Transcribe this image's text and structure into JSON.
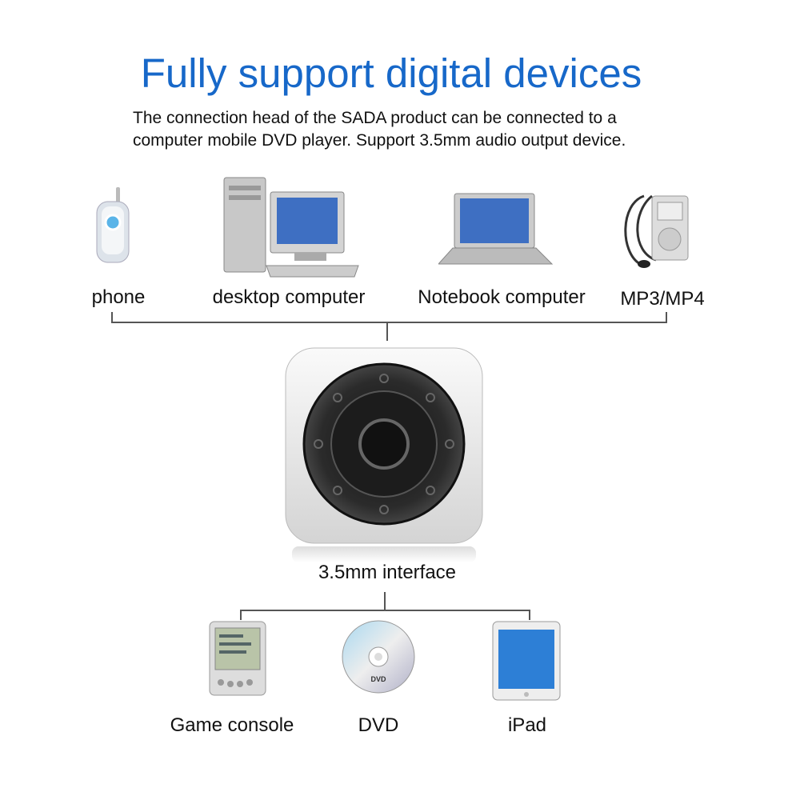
{
  "title": "Fully support digital devices",
  "subtitle": [
    "The connection head of the SADA product can be connected to a",
    "computer mobile DVD player. Support 3.5mm audio output device."
  ],
  "top_devices": [
    {
      "label": "phone",
      "icon": "phone-icon"
    },
    {
      "label": "desktop computer",
      "icon": "desktop-computer-icon"
    },
    {
      "label": "Notebook computer",
      "icon": "laptop-icon"
    },
    {
      "label": "MP3/MP4",
      "icon": "mp3-player-icon"
    }
  ],
  "center": {
    "label": "3.5mm interface",
    "icon": "speaker-icon"
  },
  "bottom_devices": [
    {
      "label": "Game console",
      "icon": "game-console-icon"
    },
    {
      "label": "DVD",
      "icon": "dvd-disc-icon"
    },
    {
      "label": "iPad",
      "icon": "tablet-icon"
    }
  ],
  "dvd_logo_text": "DVD",
  "colors": {
    "title": "#1768c9",
    "text": "#111111",
    "line": "#555555"
  }
}
